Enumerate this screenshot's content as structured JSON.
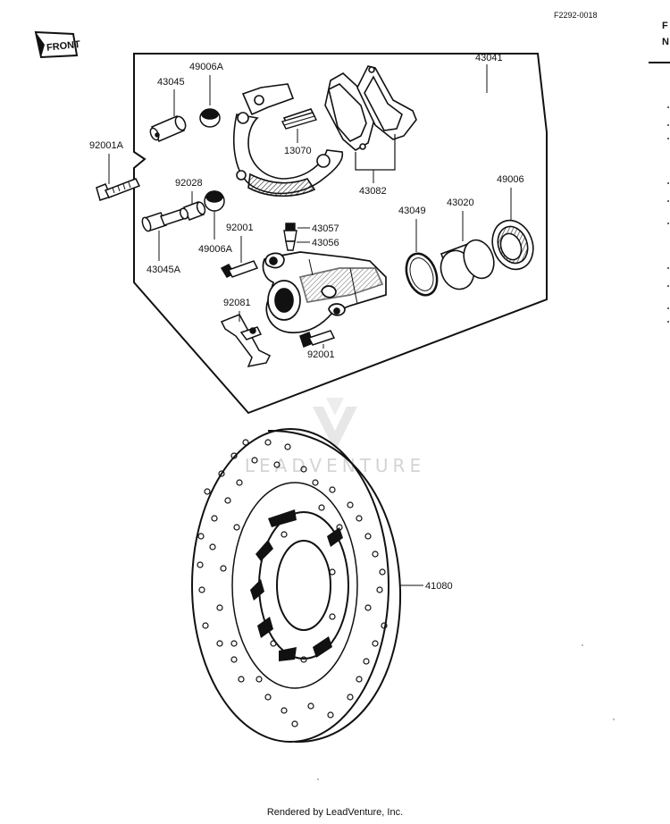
{
  "diagram_code": "F2292-0018",
  "direction_label": "FRONT",
  "watermark": "LEADVENTURE",
  "footer": "Rendered by LeadVenture, Inc.",
  "right_edge_text": [
    "F",
    "N"
  ],
  "parts": {
    "p43041": "43041",
    "p49006a_top": "49006A",
    "p43045": "43045",
    "p92001a": "92001A",
    "p13070": "13070",
    "p43082": "43082",
    "p92028": "92028",
    "p43045a": "43045A",
    "p49006a_low": "49006A",
    "p92001_top": "92001",
    "p43057": "43057",
    "p43056": "43056",
    "p43049": "43049",
    "p43020": "43020",
    "p49006": "49006",
    "p92081": "92081",
    "p92001_bot": "92001",
    "p41080": "41080"
  }
}
